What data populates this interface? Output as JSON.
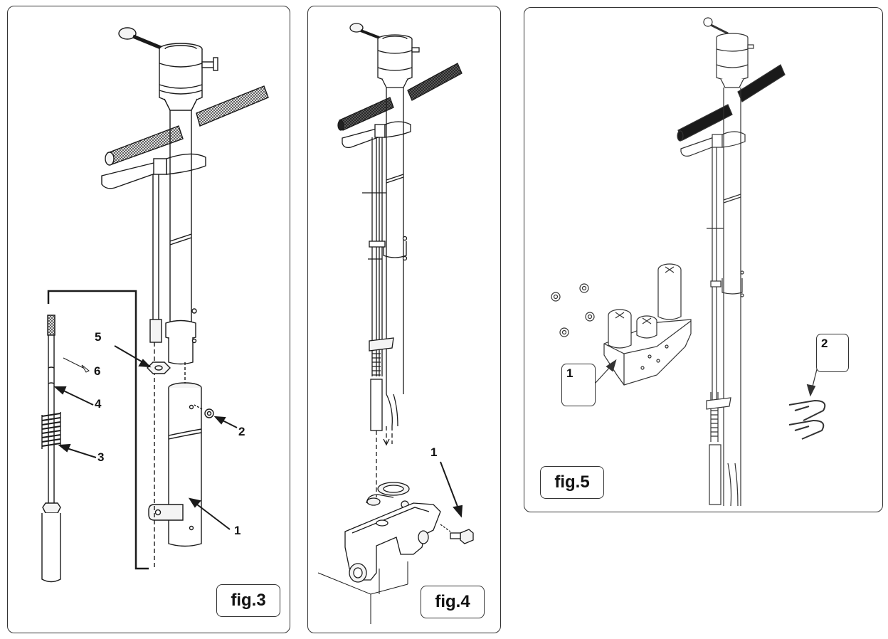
{
  "figures": [
    {
      "label": "fig.3",
      "callouts": [
        "1",
        "2",
        "3",
        "4",
        "5",
        "6"
      ]
    },
    {
      "label": "fig.4",
      "callouts": [
        "1"
      ]
    },
    {
      "label": "fig.5",
      "callouts": [
        "1",
        "2"
      ]
    }
  ],
  "colors": {
    "line": "#1a1a1a",
    "fill_light": "#f4f4f4",
    "fill_dark": "#1a1a1a",
    "grip": "#555555"
  }
}
